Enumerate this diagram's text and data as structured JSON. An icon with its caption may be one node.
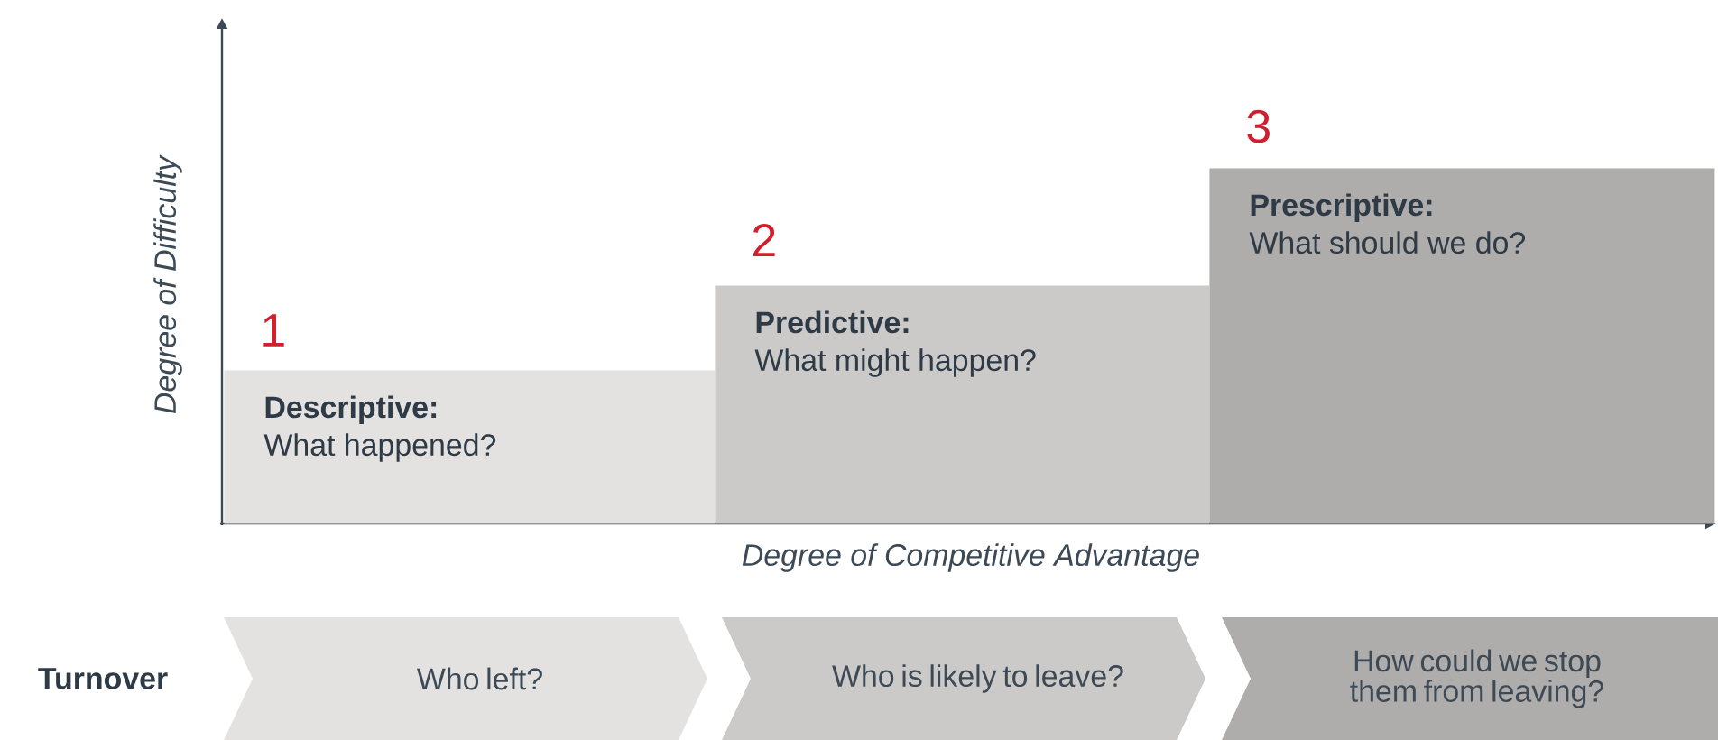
{
  "diagram": {
    "nodes": [
      {
        "text": [
          "Descriptive:",
          "What happened?"
        ],
        "beside": [
          "1"
        ]
      },
      {
        "text": [
          "Predictive:",
          "What might happen?"
        ],
        "beside": [
          "2"
        ]
      },
      {
        "text": [
          "Prescriptive:",
          "What should we do?"
        ],
        "beside": [
          "3"
        ]
      },
      {
        "text": [
          "Who left?"
        ]
      },
      {
        "text": [
          "Who is likely to leave?"
        ]
      },
      {
        "text": [
          "How could we stop them from leaving?"
        ]
      }
    ],
    "labels": [
      "Degree of Difficulty",
      "Degree of Competitive Advantage",
      "Turnover"
    ]
  }
}
